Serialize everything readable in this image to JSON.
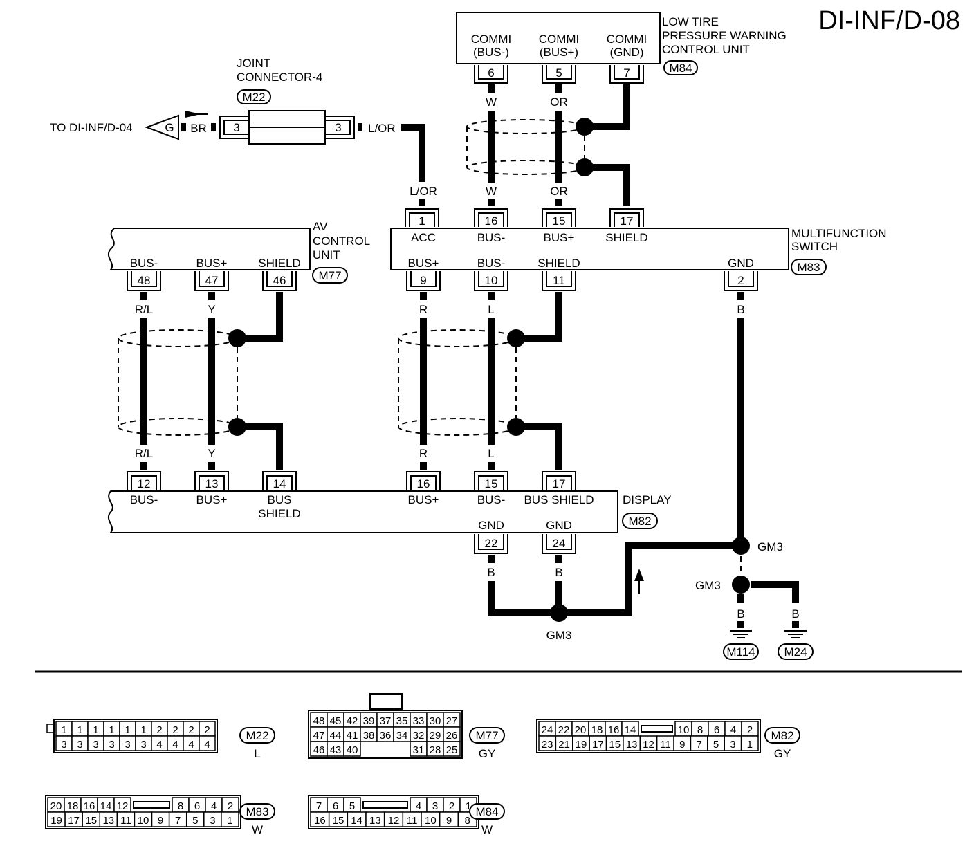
{
  "title": "DI-INF/D-08",
  "connectors": {
    "low_tire": {
      "name_lines": [
        "LOW TIRE",
        "PRESSURE WARNING",
        "CONTROL UNIT"
      ],
      "id": "M84",
      "terms": [
        {
          "label": [
            "COMMI",
            "(BUS-)"
          ],
          "pin": "6",
          "wire": "W"
        },
        {
          "label": [
            "COMMI",
            "(BUS+)"
          ],
          "pin": "5",
          "wire": "OR"
        },
        {
          "label": [
            "COMMI",
            "(GND)"
          ],
          "pin": "7"
        }
      ]
    },
    "joint": {
      "name_lines": [
        "JOINT",
        "CONNECTOR-4"
      ],
      "id": "M22",
      "pin_left": "3",
      "pin_right": "3",
      "to_text": "TO DI-INF/D-04",
      "to_letter": "G",
      "wire_left": "BR",
      "wire_right": "L/OR"
    },
    "multifunction": {
      "name_lines": [
        "MULTIFUNCTION",
        "SWITCH"
      ],
      "id": "M83",
      "top_terms": [
        {
          "pin": "1",
          "label": "ACC",
          "wire": "L/OR"
        },
        {
          "pin": "16",
          "label": "BUS-",
          "wire": "W"
        },
        {
          "pin": "15",
          "label": "BUS+",
          "wire": "OR"
        },
        {
          "pin": "17",
          "label": "SHIELD"
        }
      ],
      "bottom_terms": [
        {
          "pin": "9",
          "label": "BUS+",
          "wire": "R"
        },
        {
          "pin": "10",
          "label": "BUS-",
          "wire": "L"
        },
        {
          "pin": "11",
          "label": "SHIELD"
        },
        {
          "pin": "2",
          "label": "GND",
          "wire": "B"
        }
      ]
    },
    "av": {
      "name_lines": [
        "AV",
        "CONTROL",
        "UNIT"
      ],
      "id": "M77",
      "terms": [
        {
          "pin": "48",
          "label": "BUS-",
          "wire": "R/L"
        },
        {
          "pin": "47",
          "label": "BUS+",
          "wire": "Y"
        },
        {
          "pin": "46",
          "label": "SHIELD"
        }
      ]
    },
    "display": {
      "name": "DISPLAY",
      "id": "M82",
      "top_terms": [
        {
          "pin": "12",
          "label": [
            "BUS-"
          ],
          "wire": "R/L"
        },
        {
          "pin": "13",
          "label": [
            "BUS+"
          ],
          "wire": "Y"
        },
        {
          "pin": "14",
          "label": [
            "BUS",
            "SHIELD"
          ]
        },
        {
          "pin": "16",
          "label": [
            "BUS+"
          ],
          "wire": "R"
        },
        {
          "pin": "15",
          "label": [
            "BUS-"
          ],
          "wire": "L"
        },
        {
          "pin": "17",
          "label": [
            "BUS SHIELD"
          ]
        }
      ],
      "bottom_terms": [
        {
          "pin": "22",
          "label": "GND",
          "wire": "B"
        },
        {
          "pin": "24",
          "label": "GND",
          "wire": "B"
        }
      ]
    }
  },
  "grounds": {
    "splice": "GM3",
    "wire": "B",
    "grounds": [
      "M114",
      "M24"
    ]
  },
  "legend": {
    "M22": {
      "code": "M22",
      "color": "L",
      "rows": [
        [
          "1",
          "1",
          "1",
          "1",
          "1",
          "1",
          "2",
          "2",
          "2",
          "2"
        ],
        [
          "3",
          "3",
          "3",
          "3",
          "3",
          "3",
          "4",
          "4",
          "4",
          "4"
        ]
      ]
    },
    "M77": {
      "code": "M77",
      "color": "GY",
      "rows": [
        [
          "48",
          "45",
          "42",
          "39",
          "37",
          "35",
          "33",
          "30",
          "27"
        ],
        [
          "47",
          "44",
          "41",
          "38",
          "36",
          "34",
          "32",
          "29",
          "26"
        ],
        [
          "46",
          "43",
          "40",
          "",
          "",
          "",
          "31",
          "28",
          "25"
        ]
      ]
    },
    "M82": {
      "code": "M82",
      "color": "GY",
      "row1_left": [
        "24",
        "22",
        "20",
        "18",
        "16",
        "14"
      ],
      "row1_right": [
        "10",
        "8",
        "6",
        "4",
        "2"
      ],
      "row2": [
        "23",
        "21",
        "19",
        "17",
        "15",
        "13",
        "12",
        "11",
        "9",
        "7",
        "5",
        "3",
        "1"
      ]
    },
    "M83": {
      "code": "M83",
      "color": "W",
      "row1_left": [
        "20",
        "18",
        "16",
        "14",
        "12"
      ],
      "row1_right": [
        "8",
        "6",
        "4",
        "2"
      ],
      "row2": [
        "19",
        "17",
        "15",
        "13",
        "11",
        "10",
        "9",
        "7",
        "5",
        "3",
        "1"
      ]
    },
    "M84": {
      "code": "M84",
      "color": "W",
      "row1_left": [
        "7",
        "6",
        "5"
      ],
      "row1_right": [
        "4",
        "3",
        "2",
        "1"
      ],
      "row2": [
        "16",
        "15",
        "14",
        "13",
        "12",
        "11",
        "10",
        "9",
        "8"
      ]
    }
  }
}
